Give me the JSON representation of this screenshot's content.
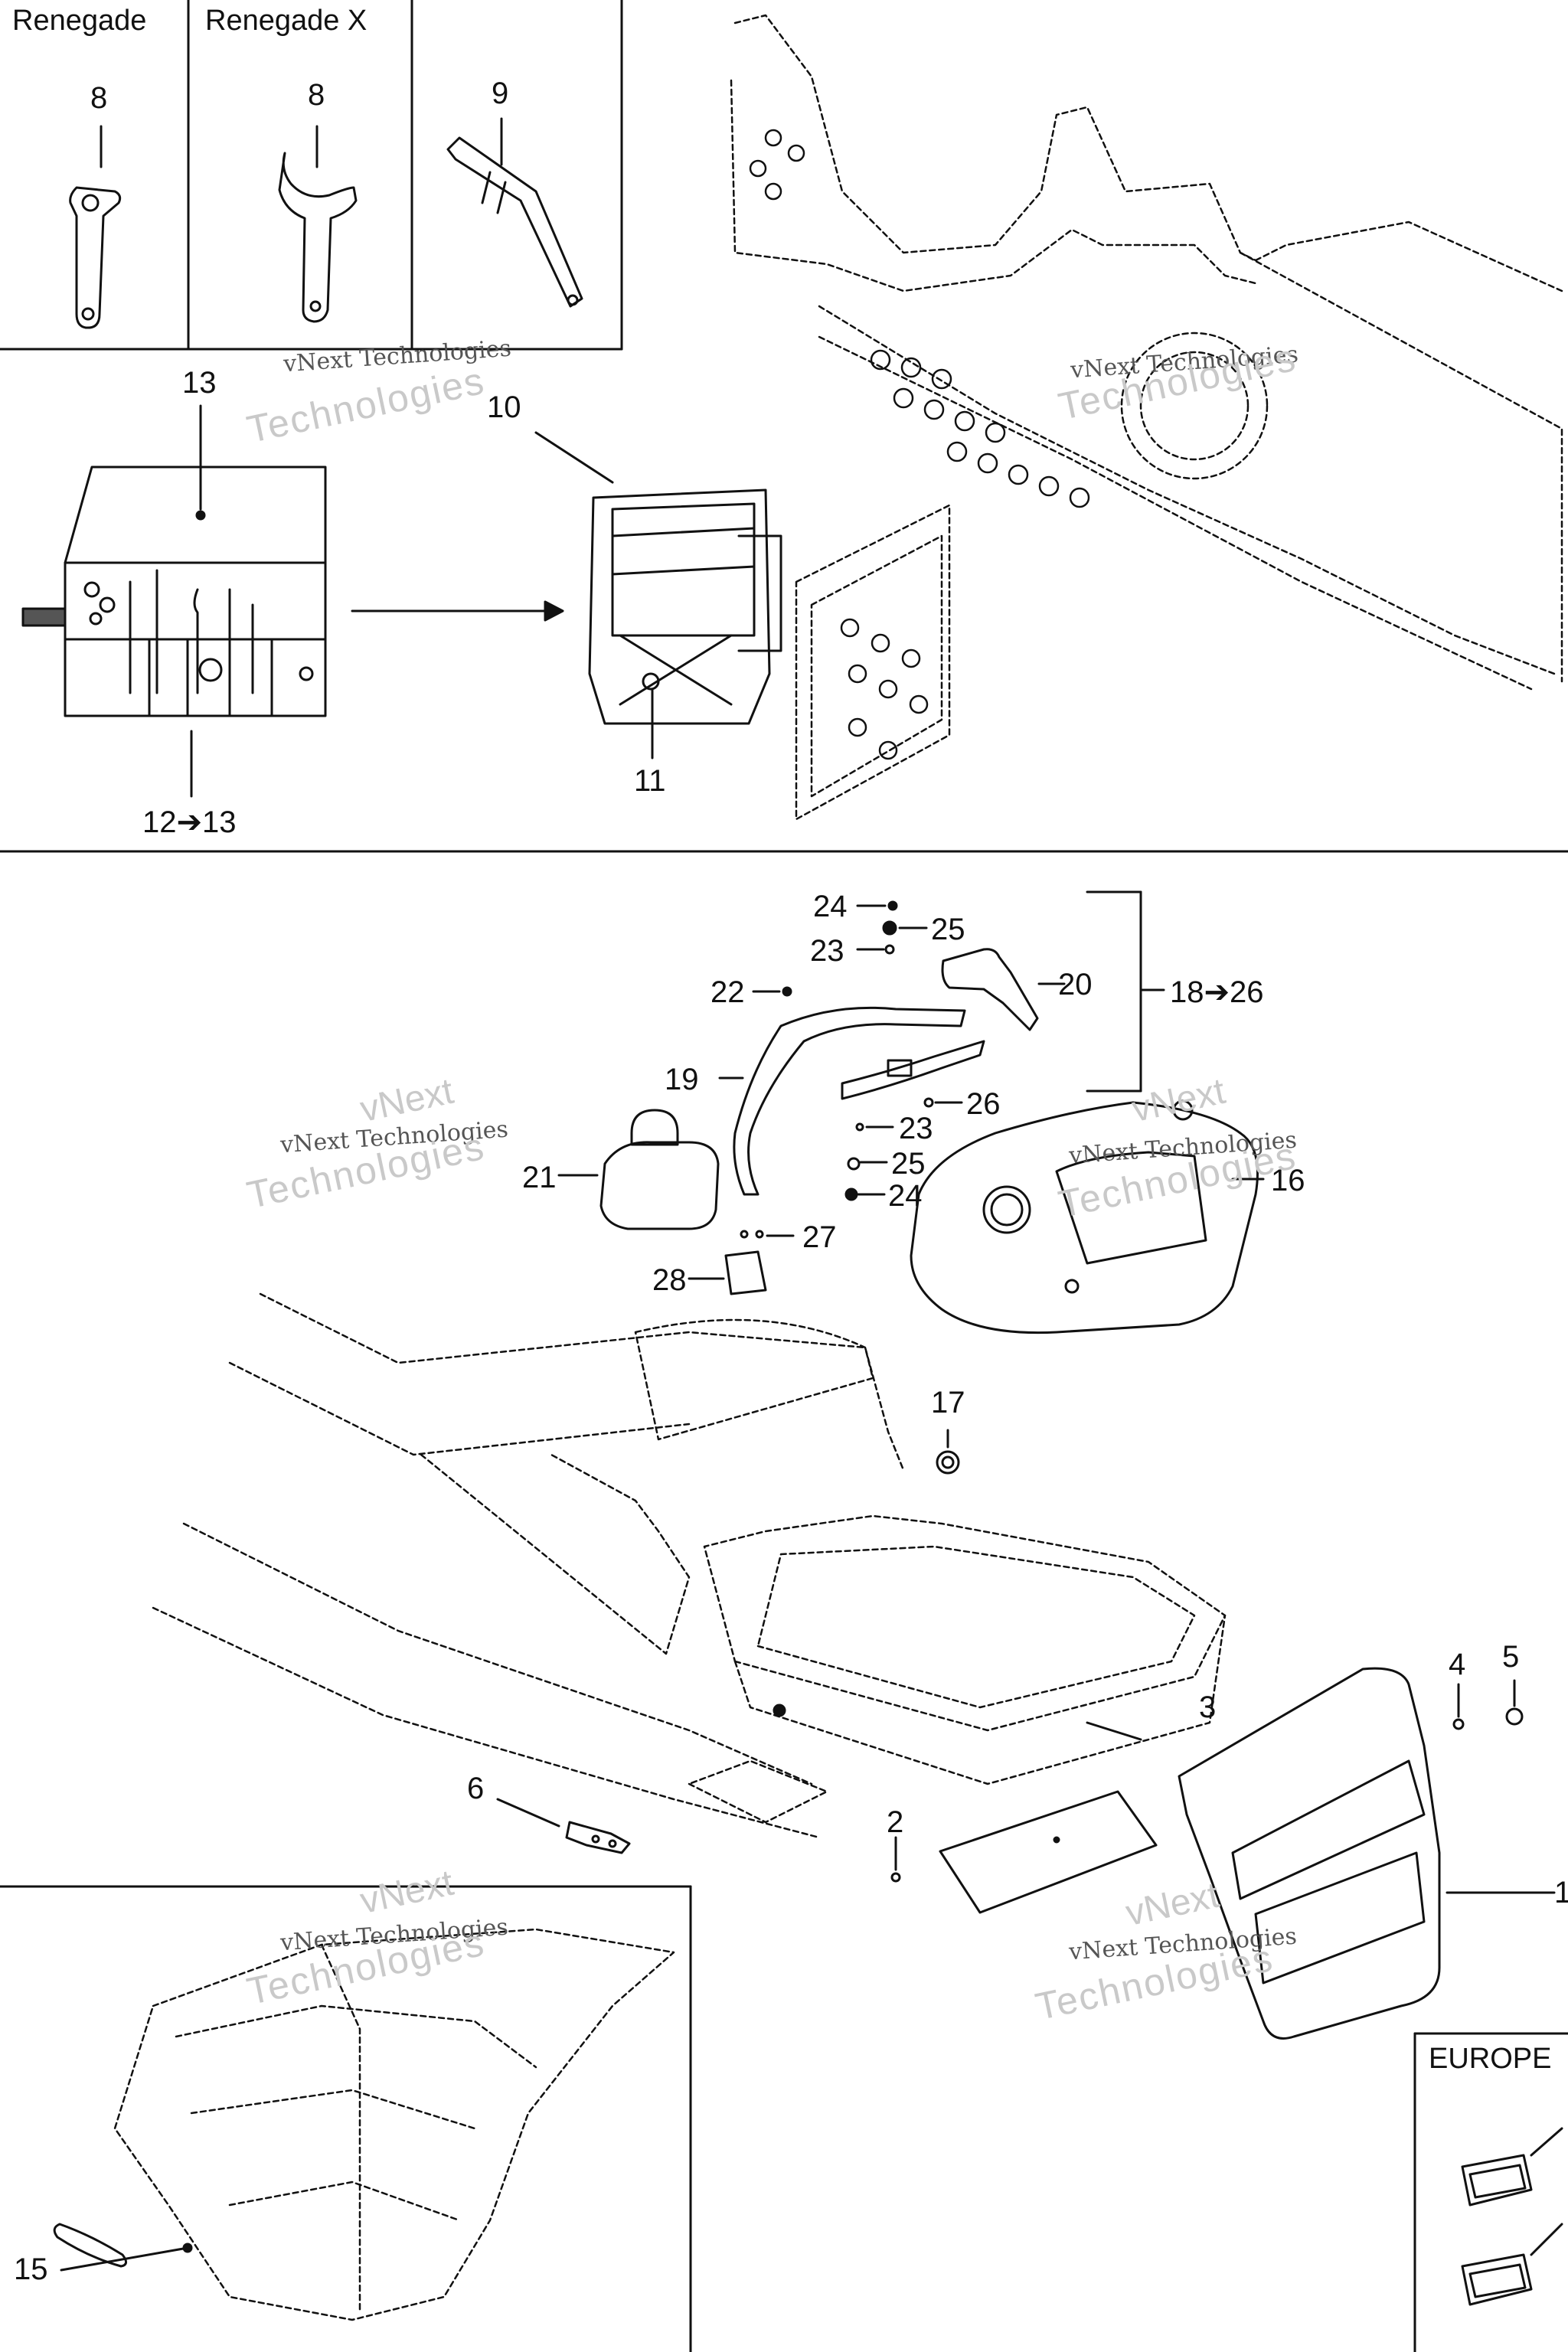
{
  "variants": {
    "renegade": "Renegade",
    "renegade_x": "Renegade X",
    "europe": "EUROPE"
  },
  "callouts": {
    "c1": "1",
    "c2": "2",
    "c3": "3",
    "c4": "4",
    "c5": "5",
    "c6": "6",
    "c8a": "8",
    "c8b": "8",
    "c9": "9",
    "c10": "10",
    "c11": "11",
    "c12_13": "12➔13",
    "c13": "13",
    "c15": "15",
    "c16": "16",
    "c17": "17",
    "c18_26": "18➔26",
    "c19": "19",
    "c20": "20",
    "c21": "21",
    "c22": "22",
    "c23a": "23",
    "c23b": "23",
    "c24a": "24",
    "c24b": "24",
    "c25a": "25",
    "c25b": "25",
    "c26": "26",
    "c27": "27",
    "c28": "28"
  },
  "watermark": {
    "line1": "vNext",
    "line2": "vNext Technologies",
    "line3": "Technologies"
  }
}
